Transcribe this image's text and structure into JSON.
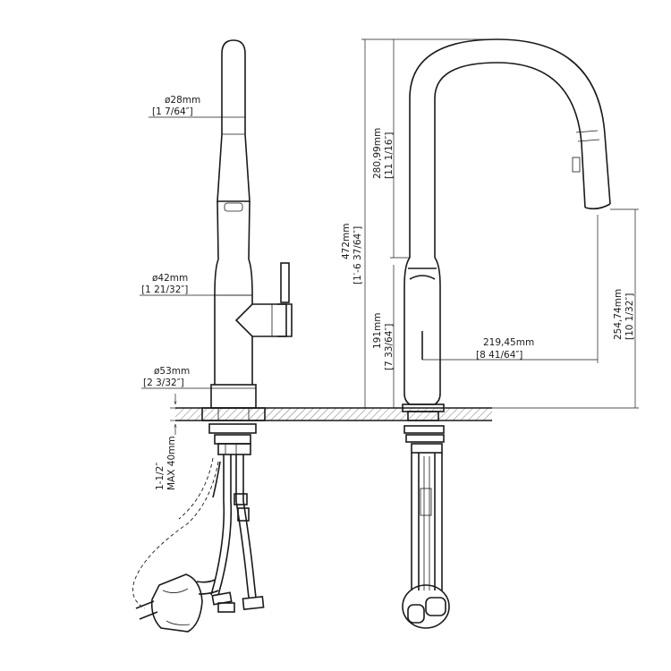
{
  "dimensions": {
    "top_diameter": {
      "metric": "ø28mm",
      "imperial": "[1 7/64″]"
    },
    "body_diameter": {
      "metric": "ø42mm",
      "imperial": "[1 21/32″]"
    },
    "base_diameter": {
      "metric": "ø53mm",
      "imperial": "[2 3/32″]"
    },
    "deck_thickness": {
      "line1": "1-1/2″",
      "line2": "MAX 40mm"
    },
    "total_height": {
      "metric": "472mm",
      "imperial": "[1′-6 37/64″]"
    },
    "spout_height": {
      "metric": "280,99mm",
      "imperial": "[11 1/16″]"
    },
    "body_height": {
      "metric": "191mm",
      "imperial": "[7 33/64″]"
    },
    "spout_reach": {
      "metric": "219,45mm",
      "imperial": "[8 41/64″]"
    },
    "outlet_height": {
      "metric": "254,74mm",
      "imperial": "[10 1/32″]"
    }
  }
}
